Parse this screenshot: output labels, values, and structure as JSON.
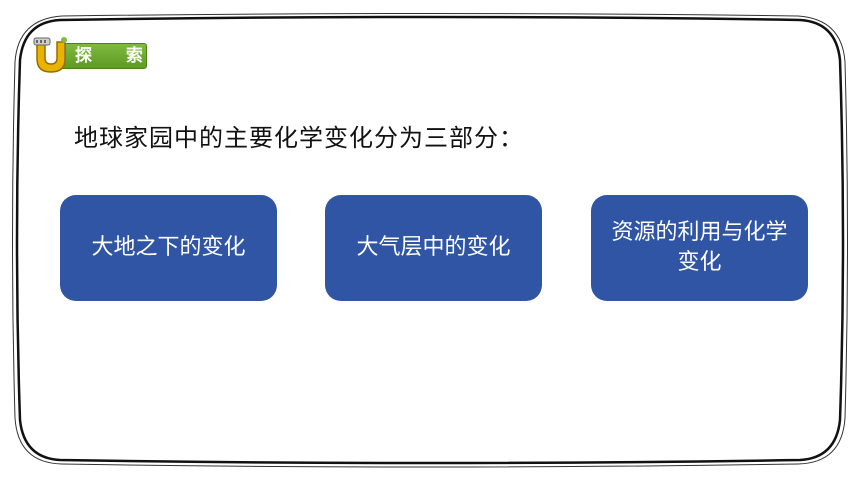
{
  "badge": {
    "label": "探 索",
    "logo_icon": "u-logo-icon",
    "colors": {
      "bar": "#6aa92e",
      "logo": "#e8b400"
    }
  },
  "heading": {
    "text": "地球家园中的主要化学变化分为三部分："
  },
  "cards": [
    {
      "label": "大地之下的变化"
    },
    {
      "label": "大气层中的变化"
    },
    {
      "label": "资源的利用与化学变化"
    }
  ],
  "colors": {
    "card_background": "#2f55a4",
    "card_text": "#ffffff",
    "frame": "#111111"
  }
}
